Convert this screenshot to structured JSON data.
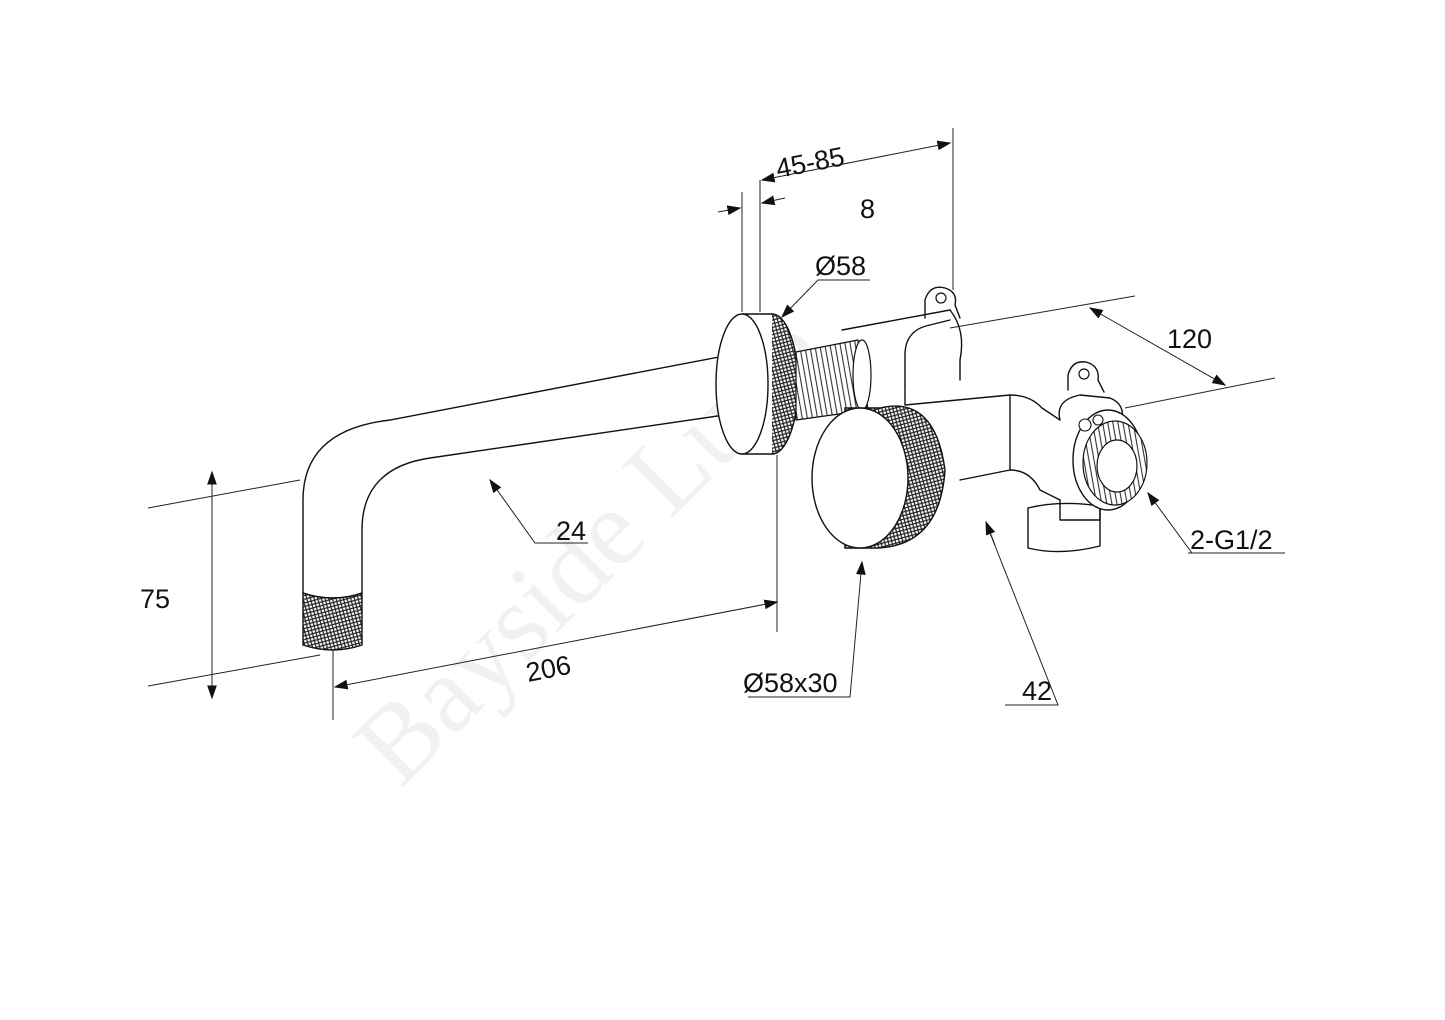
{
  "dimensions": {
    "range_45_85": "45-85",
    "eight": "8",
    "dia58": "Ø58",
    "d120": "120",
    "d24": "24",
    "d75": "75",
    "d206": "206",
    "dia58x30": "Ø58x30",
    "d42": "42",
    "thread": "2-G1/2"
  },
  "watermark": "Bayside Luxe",
  "colors": {
    "line": "#111111",
    "knurl": "#222222",
    "background": "#ffffff"
  }
}
